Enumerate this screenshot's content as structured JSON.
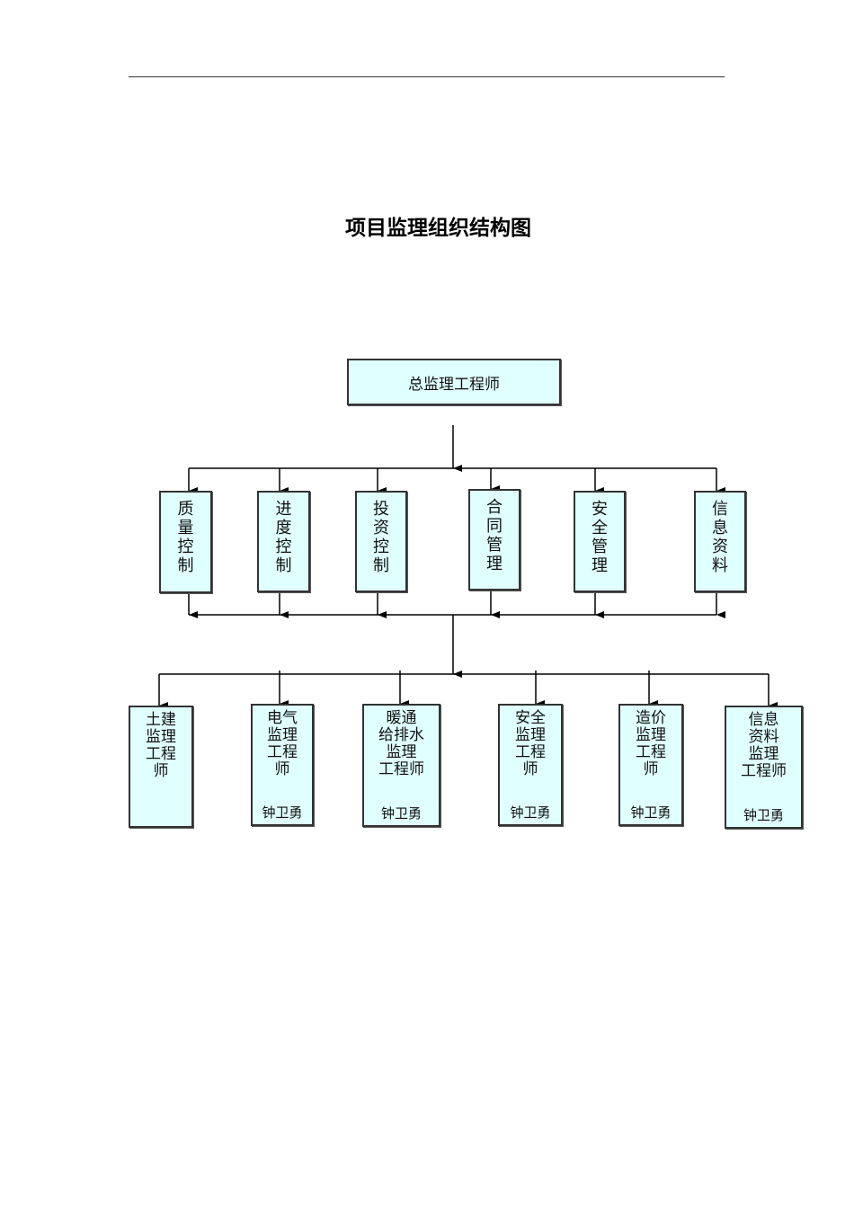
{
  "title": "项目监理组织结构图",
  "colors": {
    "box_fill": "#e0ffff",
    "line": "#000000"
  },
  "root": {
    "label": "总监理工程师"
  },
  "functions": [
    {
      "label": "质量控制"
    },
    {
      "label": "进度控制"
    },
    {
      "label": "投资控制"
    },
    {
      "label": "合同管理"
    },
    {
      "label": "安全管理"
    },
    {
      "label": "信息资料"
    }
  ],
  "engineers": [
    {
      "label": "土建\n监理\n工程\n师",
      "name": ""
    },
    {
      "label": "电气\n监理\n工程\n师",
      "name": "钟卫勇"
    },
    {
      "label": "暖通\n给排水\n监理\n工程师",
      "name": "钟卫勇"
    },
    {
      "label": "安全\n监理\n工程\n师",
      "name": "钟卫勇"
    },
    {
      "label": "造价\n监理\n工程\n师",
      "name": "钟卫勇"
    },
    {
      "label": "信息\n资料\n监理\n工程师",
      "name": "钟卫勇"
    }
  ]
}
